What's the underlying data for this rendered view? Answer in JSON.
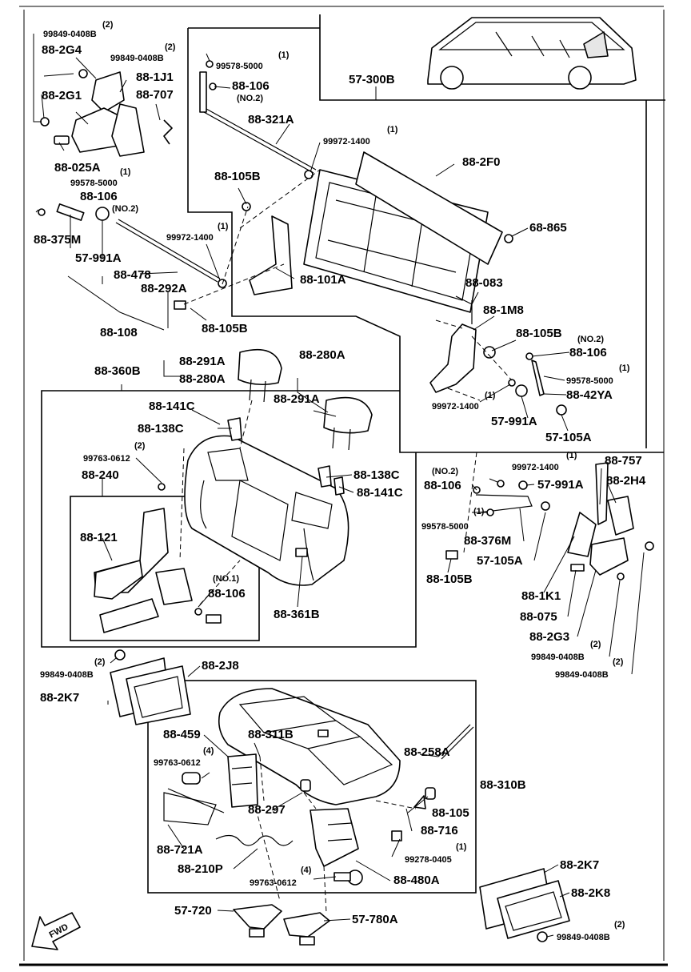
{
  "labels": {
    "l01": "99849-0408B",
    "l02": "88-2G4",
    "l03": "99849-0408B",
    "l04": "88-1J1",
    "l05": "88-2G1",
    "l06": "88-707",
    "l07": "88-025A",
    "l08": "99578-5000",
    "l09": "88-106",
    "l10": "(NO.2)",
    "l11": "88-375M",
    "l12": "57-991A",
    "l13": "88-478",
    "l14": "88-292A",
    "l15": "88-108",
    "l16": "99972-1400",
    "l17": "88-105B",
    "l18": "99578-5000",
    "l19": "88-106",
    "l20": "(NO.2)",
    "l21": "88-321A",
    "l22": "99972-1400",
    "l23": "88-105B",
    "l24": "88-2F0",
    "l25": "68-865",
    "l26": "88-101A",
    "l27": "57-300B",
    "l28": "88-083",
    "l29": "88-1M8",
    "l30": "88-105B",
    "l31": "(NO.2)",
    "l32": "88-106",
    "l33": "99578-5000",
    "l34": "88-42YA",
    "l35": "99972-1400",
    "l36": "57-991A",
    "l37": "57-105A",
    "l38": "88-360B",
    "l39": "88-291A",
    "l40": "88-280A",
    "l41": "88-280A",
    "l42": "88-291A",
    "l43": "88-141C",
    "l44": "88-138C",
    "l45": "99763-0612",
    "l46": "88-240",
    "l47": "88-138C",
    "l48": "88-141C",
    "l49": "88-121",
    "l50": "(NO.1)",
    "l51": "88-106",
    "l52": "88-361B",
    "l53": "99972-1400",
    "l54": "(NO.2)",
    "l55": "88-106",
    "l56": "57-991A",
    "l57": "99578-5000",
    "l58": "88-376M",
    "l59": "57-105A",
    "l60": "88-105B",
    "l61": "88-757",
    "l62": "88-2H4",
    "l63": "88-1K1",
    "l64": "88-075",
    "l65": "88-2G3",
    "l66": "99849-0408B",
    "l67": "99849-0408B",
    "l68": "99849-0408B",
    "l69": "88-2J8",
    "l70": "88-2K7",
    "l71": "88-459",
    "l72": "88-311B",
    "l73": "99763-0612",
    "l74": "88-258A",
    "l75": "88-310B",
    "l76": "88-297",
    "l77": "88-105",
    "l78": "88-716",
    "l79": "88-721A",
    "l80": "99278-0405",
    "l81": "88-210P",
    "l82": "99763-0612",
    "l83": "88-480A",
    "l84": "88-2K7",
    "l85": "88-2K8",
    "l86": "57-720",
    "l87": "57-780A",
    "l88": "99849-0408B"
  },
  "quantities": {
    "q01": "(2)",
    "q02": "(2)",
    "q03": "(1)",
    "q04": "(1)",
    "q05": "(1)",
    "q06": "(1)",
    "q07": "(1)",
    "q08": "(1)",
    "q09": "(2)",
    "q10": "(1)",
    "q11": "(1)",
    "q12": "(2)",
    "q13": "(2)",
    "q14": "(2)",
    "q15": "(4)",
    "q16": "(1)",
    "q17": "(4)",
    "q18": "(2)"
  },
  "fwd_label": "FWD"
}
